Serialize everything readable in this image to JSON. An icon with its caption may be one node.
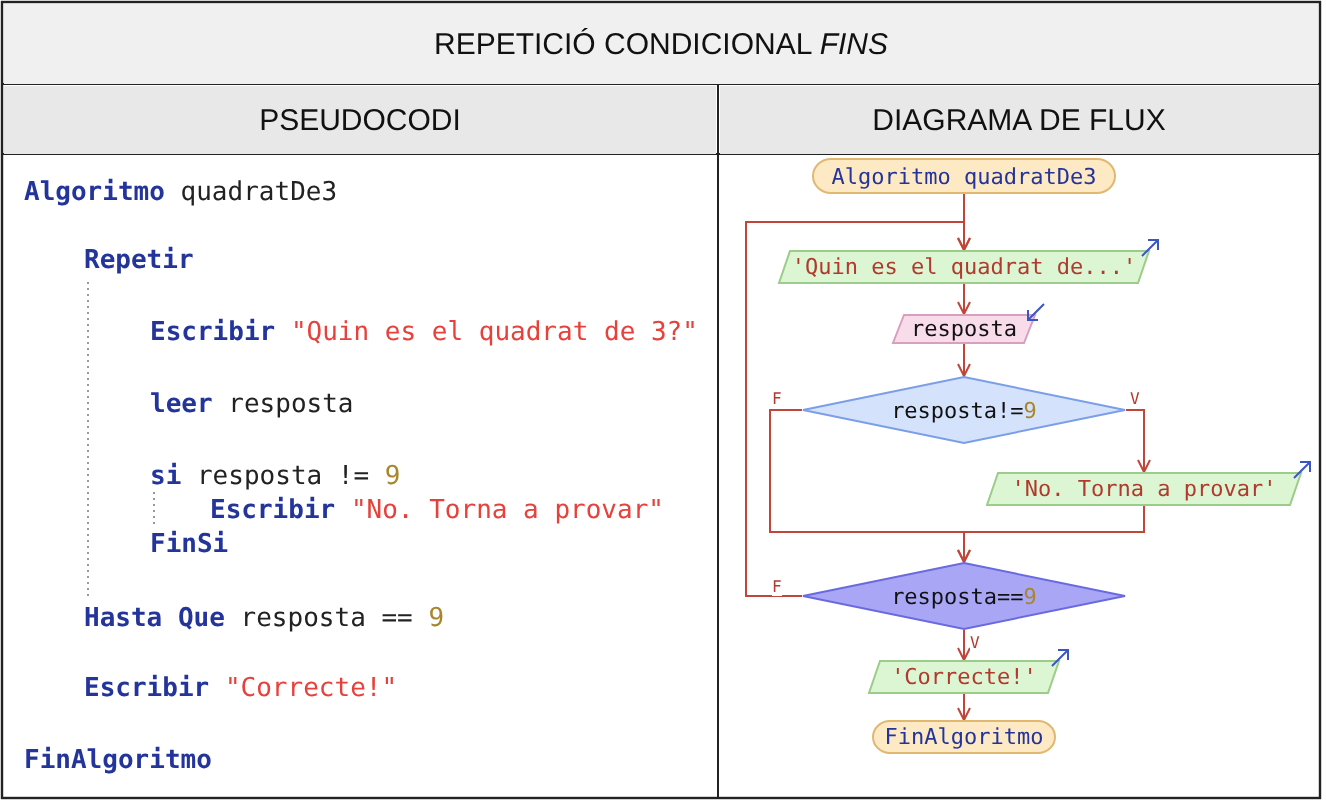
{
  "diagram": {
    "title": "REPETICIÓ CONDICIONAL *FINS*",
    "nodes": [
      {
        "text": [
          "Algoritmo quadratDe3"
        ]
      },
      {
        "text": [
          "'Quin es el quadrat de...'"
        ]
      },
      {
        "text": [
          "resposta"
        ]
      },
      {
        "text": [
          "resposta!=9"
        ]
      },
      {
        "text": [
          "'No. Torna a provar'"
        ]
      },
      {
        "text": [
          "resposta==9"
        ]
      },
      {
        "text": [
          "'Correcte!'"
        ]
      },
      {
        "text": [
          "FinAlgoritmo"
        ]
      }
    ],
    "edges": [
      {
        "from": 0,
        "to": 1,
        "arrow": "to"
      },
      {
        "from": 1,
        "to": 2,
        "arrow": "to"
      },
      {
        "from": 2,
        "to": 3,
        "arrow": "to"
      },
      {
        "from": 3,
        "to": 4,
        "arrow": "to",
        "label": "V"
      },
      {
        "from": 3,
        "to": 5,
        "arrow": "to",
        "label": "F"
      },
      {
        "from": 4,
        "to": 5,
        "arrow": "to"
      },
      {
        "from": 5,
        "to": 1,
        "arrow": "to",
        "label": "F"
      },
      {
        "from": 5,
        "to": 6,
        "arrow": "to",
        "label": "V"
      },
      {
        "from": 6,
        "to": 7,
        "arrow": "to"
      }
    ],
    "labels": [
      "PSEUDOCODI",
      "DIAGRAMA DE FLUX",
      "**Algoritmo** quadratDe3",
      "**Repetir**",
      "**Escribir** \"Quin es el quadrat de 3?\"",
      "**leer** resposta",
      "**si** resposta != 9",
      "**Escribir** \"No. Torna a provar\"",
      "**FinSi**",
      "**Hasta Que** resposta == 9",
      "**Escribir** \"Correcte!\"",
      "**FinAlgoritmo**"
    ]
  }
}
